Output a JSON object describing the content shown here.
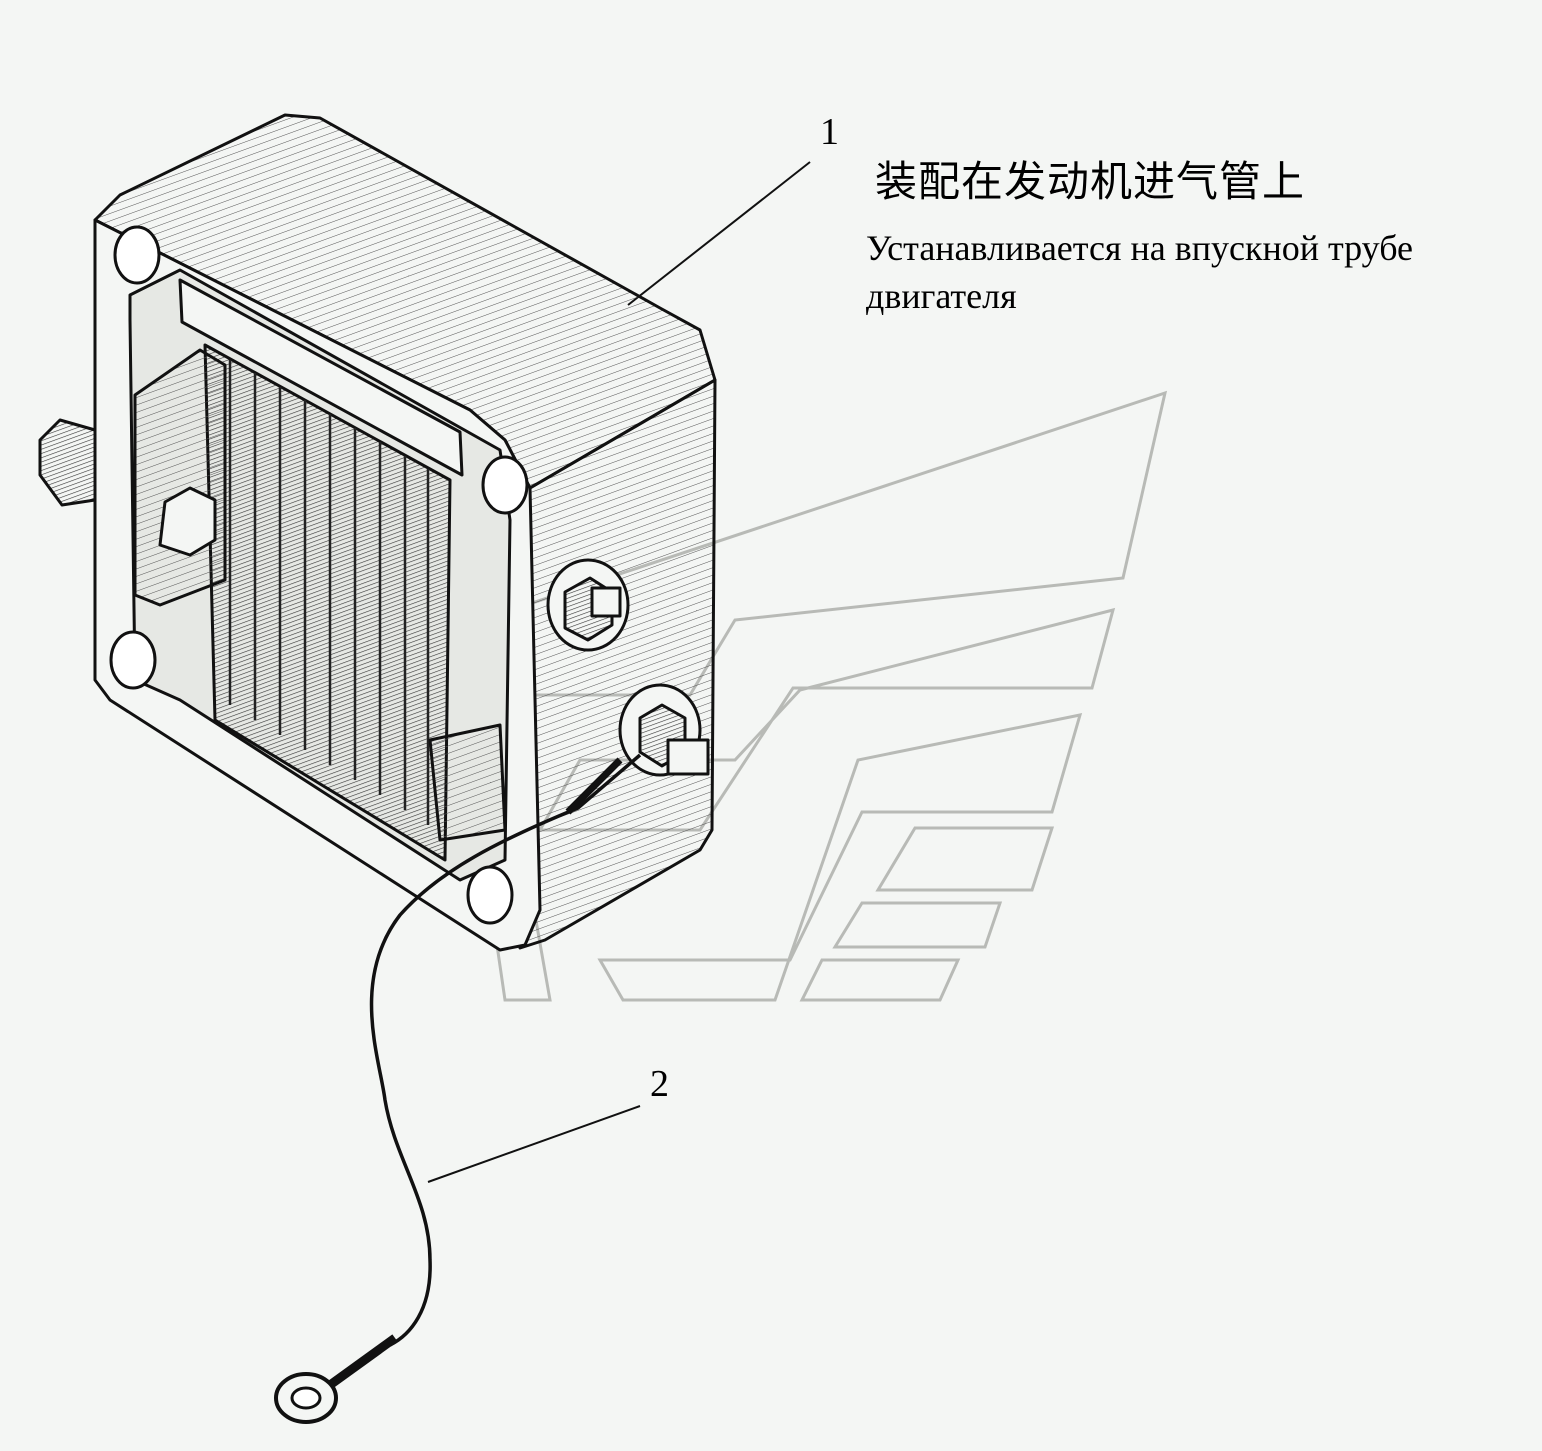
{
  "callouts": {
    "part1": "1",
    "part2": "2"
  },
  "captions": {
    "chinese": "装配在发动机进气管上",
    "russian": "Устанавливается на впускной трубе двигателя"
  },
  "colors": {
    "background": "#f4f6f4",
    "ink": "#111111",
    "watermark": "#b8bab6"
  },
  "icons": {
    "watermark": "stylized-chevron-logo-watermark"
  }
}
